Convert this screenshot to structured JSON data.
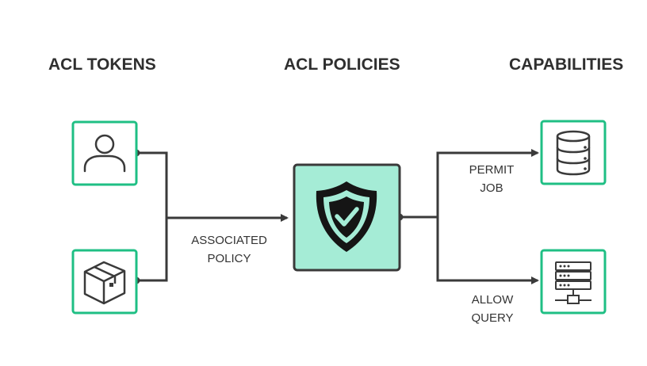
{
  "headings": {
    "tokens": "ACL TOKENS",
    "policies": "ACL POLICIES",
    "capabilities": "CAPABILITIES"
  },
  "labels": {
    "associated_line1": "ASSOCIATED",
    "associated_line2": "POLICY",
    "permit_line1": "PERMIT",
    "permit_line2": "JOB",
    "allow_line1": "ALLOW",
    "allow_line2": "QUERY"
  },
  "colors": {
    "accent_border": "#1fbf84",
    "policy_fill": "#a5ecd6",
    "line": "#3a3a3a",
    "icon": "#3a3a3a"
  },
  "icons": {
    "token_user": "user-icon",
    "token_box": "box-icon",
    "policy": "shield-check-icon",
    "cap_database": "database-icon",
    "cap_server": "server-network-icon"
  }
}
